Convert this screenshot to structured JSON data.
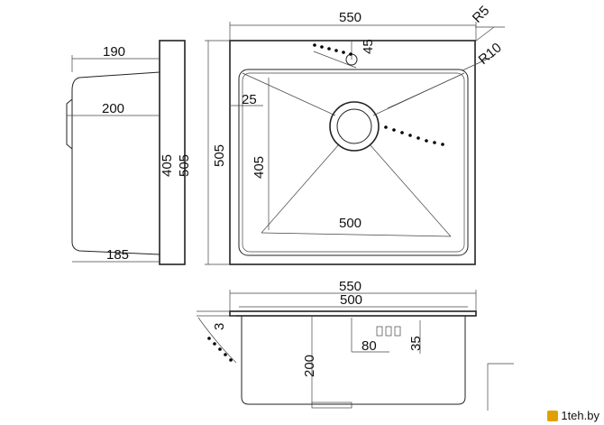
{
  "dimensions": {
    "top_width": "550",
    "corner_radius_outer": "R5",
    "drain_offset": "45",
    "corner_radius_inner": "R10",
    "side_top_width": "190",
    "side_mid_width": "200",
    "side_bottom_width": "185",
    "side_height_inner": "405",
    "side_height_outer": "505",
    "plan_height_outer": "505",
    "bowl_edge_offset": "25",
    "bowl_height": "405",
    "bowl_width": "500",
    "front_top_width": "550",
    "front_bowl_width": "500",
    "flange_thickness": "3",
    "front_depth": "200",
    "drain_fitting_width": "80",
    "drain_fitting_height": "35"
  },
  "watermark": {
    "text": "1teh.by"
  }
}
